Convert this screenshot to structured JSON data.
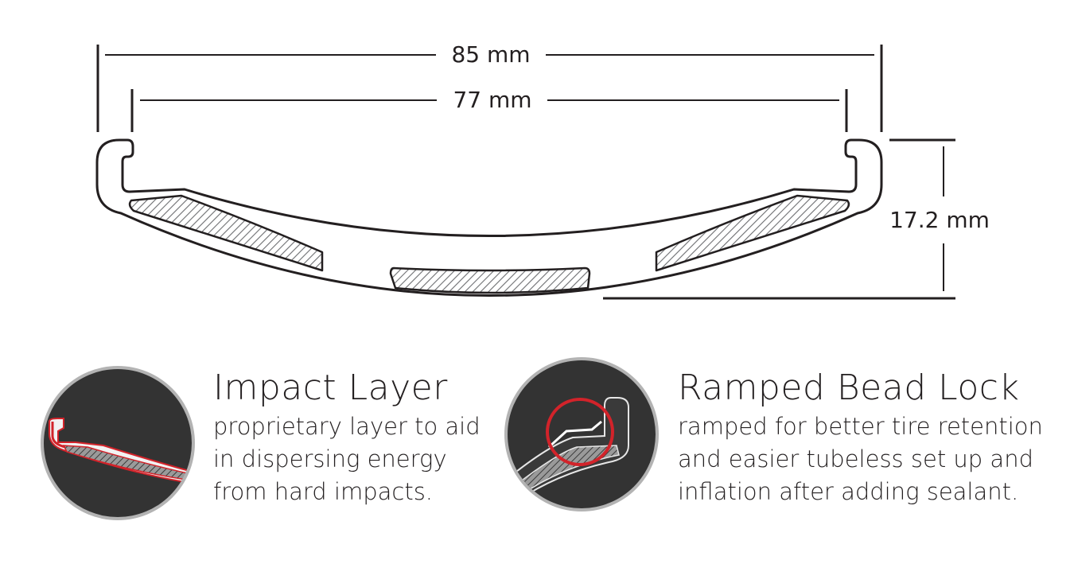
{
  "dimensions": {
    "outer_width": "85 mm",
    "inner_width": "77 mm",
    "rim_height": "17.2 mm"
  },
  "features": [
    {
      "title": "Impact Layer",
      "description_lines": [
        "proprietary layer to aid",
        "in dispersing energy",
        "from hard impacts."
      ],
      "icon": "impact-layer-detail-icon"
    },
    {
      "title": "Ramped Bead Lock",
      "description_lines": [
        "ramped for better tire retention",
        "and easier tubeless set up and",
        "inflation after adding sealant."
      ],
      "icon": "bead-lock-detail-icon"
    }
  ],
  "colors": {
    "ink": "#231f20",
    "circle_fill": "#333333",
    "circle_ring": "#b3b3b3",
    "highlight_red": "#d2232a"
  }
}
